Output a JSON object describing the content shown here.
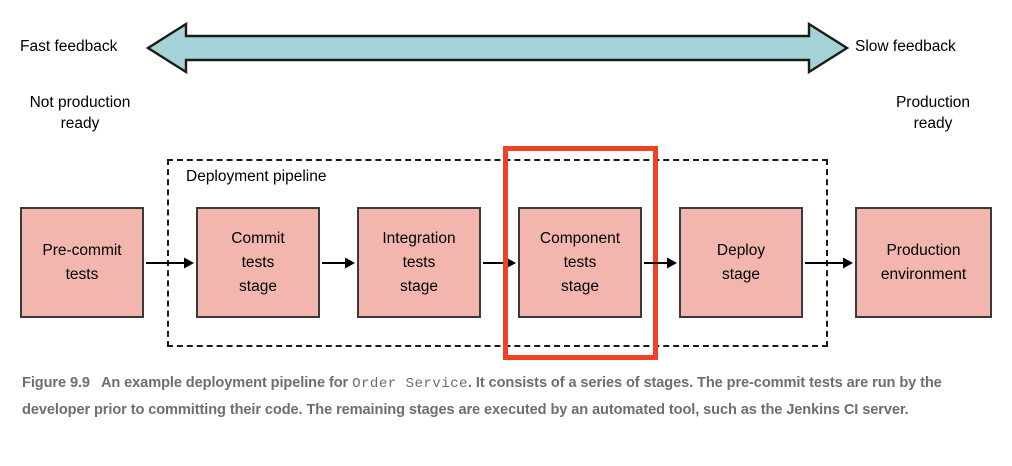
{
  "figure": {
    "axis": {
      "left_label": "Fast feedback",
      "right_label": "Slow feedback",
      "arrow_color": "#a5d2d6",
      "arrow_stroke": "#1a1a1a",
      "direction": "double"
    },
    "readiness": {
      "left_label": "Not production\nready",
      "right_label": "Production\nready"
    },
    "pipeline": {
      "container_label": "Deployment pipeline",
      "container_border_style": "dashed",
      "highlight_color": "#ef4123",
      "highlighted_stage": "Component tests stage",
      "box_fill": "#f2b6ae",
      "box_stroke": "#3a3a3a"
    },
    "stages": [
      {
        "id": "pre-commit-tests",
        "label": "Pre-commit\ntests",
        "in_pipeline": false,
        "highlighted": false
      },
      {
        "id": "commit-tests-stage",
        "label": "Commit\ntests\nstage",
        "in_pipeline": true,
        "highlighted": false
      },
      {
        "id": "integration-tests-stage",
        "label": "Integration\ntests\nstage",
        "in_pipeline": true,
        "highlighted": false
      },
      {
        "id": "component-tests-stage",
        "label": "Component\ntests\nstage",
        "in_pipeline": true,
        "highlighted": true
      },
      {
        "id": "deploy-stage",
        "label": "Deploy\nstage",
        "in_pipeline": true,
        "highlighted": false
      },
      {
        "id": "production-environment",
        "label": "Production\nenvironment",
        "in_pipeline": false,
        "highlighted": false
      }
    ],
    "caption": {
      "lead": "Figure 9.9",
      "text_part_1": "An example deployment pipeline for ",
      "code": "Order Service",
      "text_part_2": ". It consists of a series of stages. The pre-commit tests are run by the developer prior to committing their code. The remaining stages are executed by an automated tool, such as the Jenkins CI server."
    }
  }
}
